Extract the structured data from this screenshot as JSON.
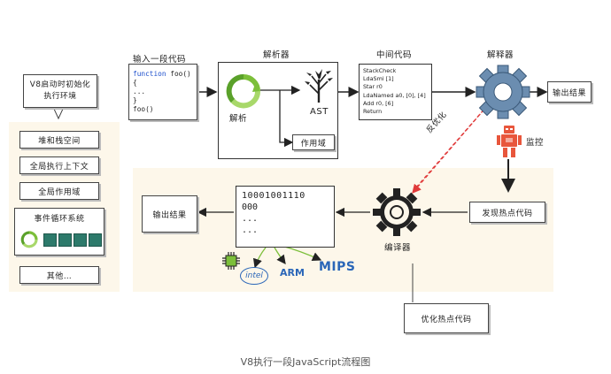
{
  "left_panel": {
    "v8_bubble": "V8启动时初始化执行环境",
    "items": [
      "堆和栈空间",
      "全局执行上下文",
      "全局作用域",
      "事件循环系统",
      "其他…"
    ]
  },
  "source": {
    "title": "输入一段代码",
    "code_lines": [
      {
        "kw": "function",
        "rest": " foo() {"
      },
      {
        "kw": "",
        "rest": "..."
      },
      {
        "kw": "",
        "rest": "}"
      },
      {
        "kw": "",
        "rest": "foo()"
      }
    ]
  },
  "parser": {
    "title": "解析器",
    "parse_label": "解析",
    "ast_label": "AST",
    "scope_label": "作用域"
  },
  "bytecode": {
    "title": "中间代码",
    "lines": [
      "StackCheck",
      "LdaSmi [1]",
      "Star r0",
      "LdaNamed a0, [0], [4]",
      "Add r0, [6]",
      "Return"
    ]
  },
  "interpreter": {
    "title": "解释器",
    "output_label": "输出结果",
    "monitor_label": "监控",
    "deopt_label": "反优化"
  },
  "compiler": {
    "hot_code_label": "发现热点代码",
    "compiler_label": "编译器",
    "machine_code_lines": [
      "10001001110",
      "000",
      "...",
      "..."
    ],
    "output_label": "输出结果",
    "arch_labels": [
      "intel",
      "ARM",
      "MIPS"
    ],
    "optimize_label": "优化热点代码"
  },
  "caption": "V8执行一段JavaScript流程图",
  "colors": {
    "gear": "#6b8db0",
    "robot": "#e8563c",
    "recycle": "#7cbf3a",
    "chip": "#7cbf3a",
    "deopt_arrow": "#e03a3a",
    "panel_bg": "#fdf7ea",
    "queue_cell": "#2d7a6b"
  }
}
